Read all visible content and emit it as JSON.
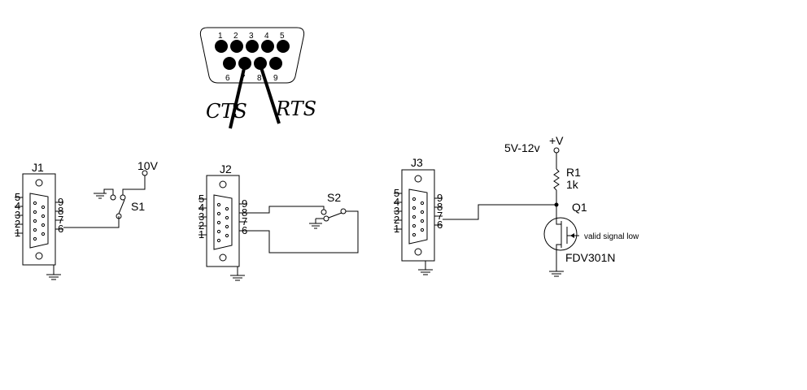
{
  "db9_header": {
    "top_pin_numbers": [
      "1",
      "2",
      "3",
      "4",
      "5"
    ],
    "bottom_pin_numbers": [
      "6",
      "7",
      "8",
      "9"
    ],
    "cts_label": "CTS",
    "rts_label": "RTS"
  },
  "j1": {
    "ref": "J1",
    "left_pins": [
      "5",
      "4",
      "3",
      "2",
      "1"
    ],
    "right_pins": [
      "9",
      "8",
      "7",
      "6"
    ],
    "switch_ref": "S1",
    "supply_label": "10V"
  },
  "j2": {
    "ref": "J2",
    "left_pins": [
      "5",
      "4",
      "3",
      "2",
      "1"
    ],
    "right_pins": [
      "9",
      "8",
      "7",
      "6"
    ],
    "switch_ref": "S2"
  },
  "j3": {
    "ref": "J3",
    "left_pins": [
      "5",
      "4",
      "3",
      "2",
      "1"
    ],
    "right_pins": [
      "9",
      "8",
      "7",
      "6"
    ]
  },
  "q1_circuit": {
    "supply_range": "5V-12v",
    "supply_symbol": "+V",
    "resistor_ref": "R1",
    "resistor_value": "1k",
    "transistor_ref": "Q1",
    "signal_note": "valid signal low",
    "transistor_part": "FDV301N"
  }
}
